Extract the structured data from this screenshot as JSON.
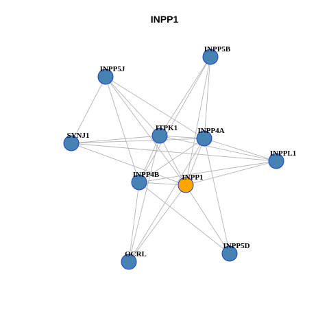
{
  "title": "INPP1",
  "colors": {
    "node_default": "#4682b4",
    "node_focus": "#ffa500",
    "node_border": "#1f3fbf",
    "edge": "#b3b3b3"
  },
  "nodes": [
    {
      "id": "INPP5B",
      "label": "INPP5B",
      "focus": false
    },
    {
      "id": "INPP5J",
      "label": "INPP5J",
      "focus": false
    },
    {
      "id": "ITPK1",
      "label": "ITPK1",
      "focus": false
    },
    {
      "id": "INPP4A",
      "label": "INPP4A",
      "focus": false
    },
    {
      "id": "SYNJ1",
      "label": "SYNJ1",
      "focus": false
    },
    {
      "id": "INPPL1",
      "label": "INPPL1",
      "focus": false
    },
    {
      "id": "INPP4B",
      "label": "INPP4B",
      "focus": false
    },
    {
      "id": "INPP1",
      "label": "INPP1",
      "focus": true
    },
    {
      "id": "INPP5D",
      "label": "INPP5D",
      "focus": false
    },
    {
      "id": "OCRL",
      "label": "OCRL",
      "focus": false
    }
  ],
  "edges": [
    [
      "INPP5J",
      "ITPK1"
    ],
    [
      "INPP5J",
      "INPP4A"
    ],
    [
      "INPP5J",
      "INPP1"
    ],
    [
      "INPP5J",
      "SYNJ1"
    ],
    [
      "INPP5J",
      "INPP4B"
    ],
    [
      "INPP5B",
      "ITPK1"
    ],
    [
      "INPP5B",
      "INPP4A"
    ],
    [
      "INPP5B",
      "INPP1"
    ],
    [
      "INPP5B",
      "INPP4B"
    ],
    [
      "SYNJ1",
      "ITPK1"
    ],
    [
      "SYNJ1",
      "INPP4A"
    ],
    [
      "SYNJ1",
      "INPP1"
    ],
    [
      "SYNJ1",
      "INPPL1"
    ],
    [
      "ITPK1",
      "INPP4A"
    ],
    [
      "ITPK1",
      "INPP4B"
    ],
    [
      "ITPK1",
      "INPP1"
    ],
    [
      "ITPK1",
      "INPPL1"
    ],
    [
      "ITPK1",
      "OCRL"
    ],
    [
      "INPP4A",
      "INPPL1"
    ],
    [
      "INPP4A",
      "INPP1"
    ],
    [
      "INPP4A",
      "INPP4B"
    ],
    [
      "INPP4A",
      "INPP5D"
    ],
    [
      "INPP4A",
      "OCRL"
    ],
    [
      "INPP4B",
      "INPP1"
    ],
    [
      "INPP4B",
      "INPPL1"
    ],
    [
      "INPP4B",
      "OCRL"
    ],
    [
      "INPP4B",
      "INPP5D"
    ],
    [
      "INPP1",
      "INPPL1"
    ],
    [
      "INPP1",
      "INPP5D"
    ],
    [
      "INPP1",
      "OCRL"
    ]
  ]
}
